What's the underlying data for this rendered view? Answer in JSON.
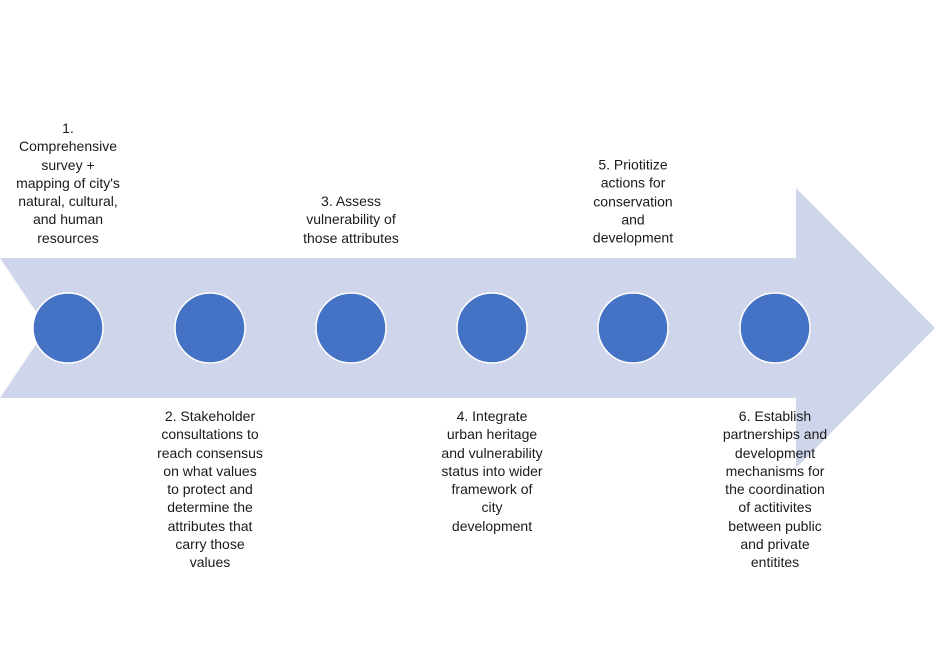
{
  "colors": {
    "arrow": "#cfd5ea",
    "circle": "#4472c4",
    "circle_stroke": "#ffffff",
    "text": "#1a1a1a"
  },
  "steps": [
    {
      "text": "1.\nComprehensive\nsurvey +\nmapping of city's\nnatural, cultural,\nand human\nresources",
      "position": "above"
    },
    {
      "text": "2. Stakeholder\nconsultations to\nreach consensus\non what values\nto protect and\ndetermine  the\nattributes that\ncarry those\nvalues",
      "position": "below"
    },
    {
      "text": "3. Assess\nvulnerability of\nthose attributes",
      "position": "above"
    },
    {
      "text": "4. Integrate\nurban heritage\nand vulnerability\nstatus into wider\nframework  of\ncity\ndevelopment",
      "position": "below"
    },
    {
      "text": "5. Priotitize\nactions for\nconservation\nand\ndevelopment",
      "position": "above"
    },
    {
      "text": "6. Establish\npartnerships and\ndevelopment\nmechanisms for\nthe coordination\nof actitivites\nbetween  public\nand private\nentitites",
      "position": "below"
    }
  ]
}
